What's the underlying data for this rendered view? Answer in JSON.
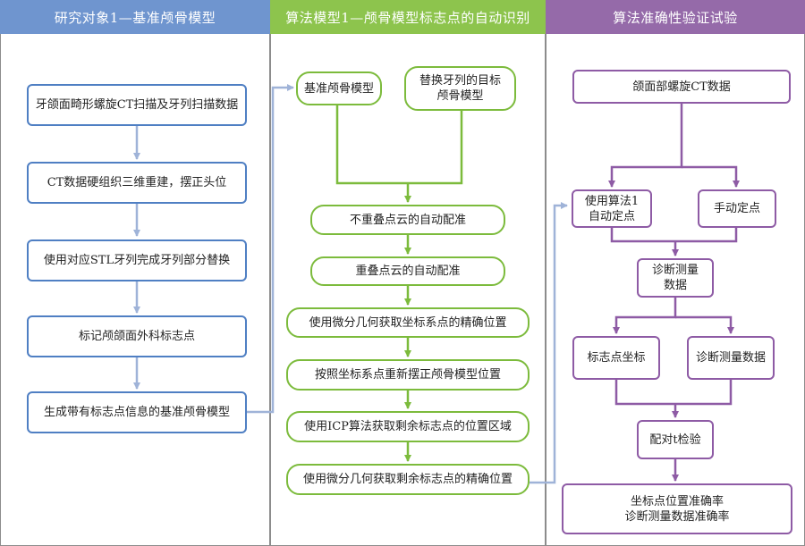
{
  "columns": [
    {
      "header": "研究对象1—基准颅骨模型",
      "color": "#6f95cf",
      "nodes": [
        "牙颌面畸形螺旋CT扫描及牙列扫描数据",
        "CT数据硬组织三维重建，摆正头位",
        "使用对应STL牙列完成牙列部分替换",
        "标记颅颌面外科标志点",
        "生成带有标志点信息的基准颅骨模型"
      ]
    },
    {
      "header": "算法模型1—颅骨模型标志点的自动识别",
      "color": "#8dc44d",
      "nodes": [
        "基准颅骨模型",
        "替换牙列的目标\n颅骨模型",
        "不重叠点云的自动配准",
        "重叠点云的自动配准",
        "使用微分几何获取坐标系点的精确位置",
        "按照坐标系点重新摆正颅骨模型位置",
        "使用ICP算法获取剩余标志点的位置区域",
        "使用微分几何获取剩余标志点的精确位置"
      ]
    },
    {
      "header": "算法准确性验证试验",
      "color": "#956aa9",
      "nodes": [
        "颌面部螺旋CT数据",
        "使用算法1\n自动定点",
        "手动定点",
        "诊断测量\n数据",
        "标志点坐标",
        "诊断测量数据",
        "配对t检验",
        "坐标点位置准确率\n诊断测量数据准确率"
      ]
    }
  ],
  "colors": {
    "blue_border": "#4f7fc3",
    "green_border": "#7cbb3c",
    "purple_border": "#8e5ba5",
    "blue_arrow": "#9fb3d8",
    "green_arrow": "#7cbb3c",
    "purple_arrow": "#8e5ba5"
  }
}
